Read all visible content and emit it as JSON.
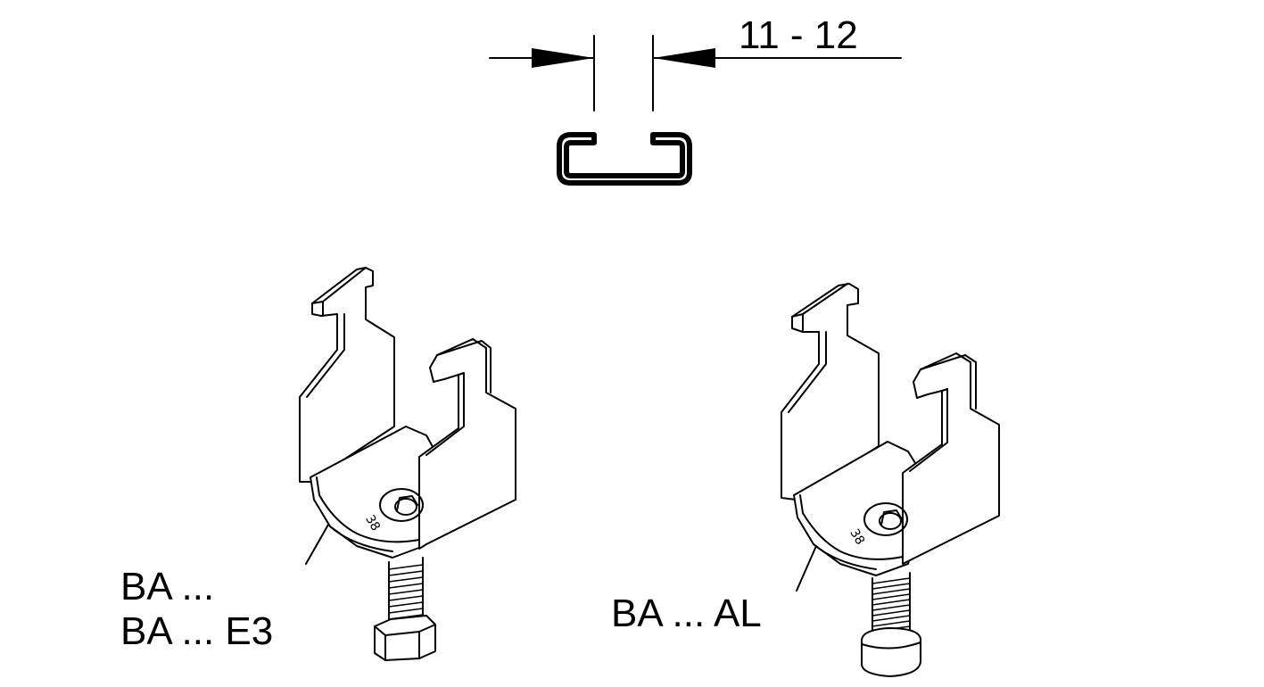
{
  "dimension": {
    "label": "11 - 12"
  },
  "clip_left": {
    "label_line1": "BA ...",
    "label_line2": "BA ... E3"
  },
  "clip_right": {
    "label": "BA ... AL"
  },
  "colors": {
    "line": "#000000",
    "background": "#ffffff"
  }
}
